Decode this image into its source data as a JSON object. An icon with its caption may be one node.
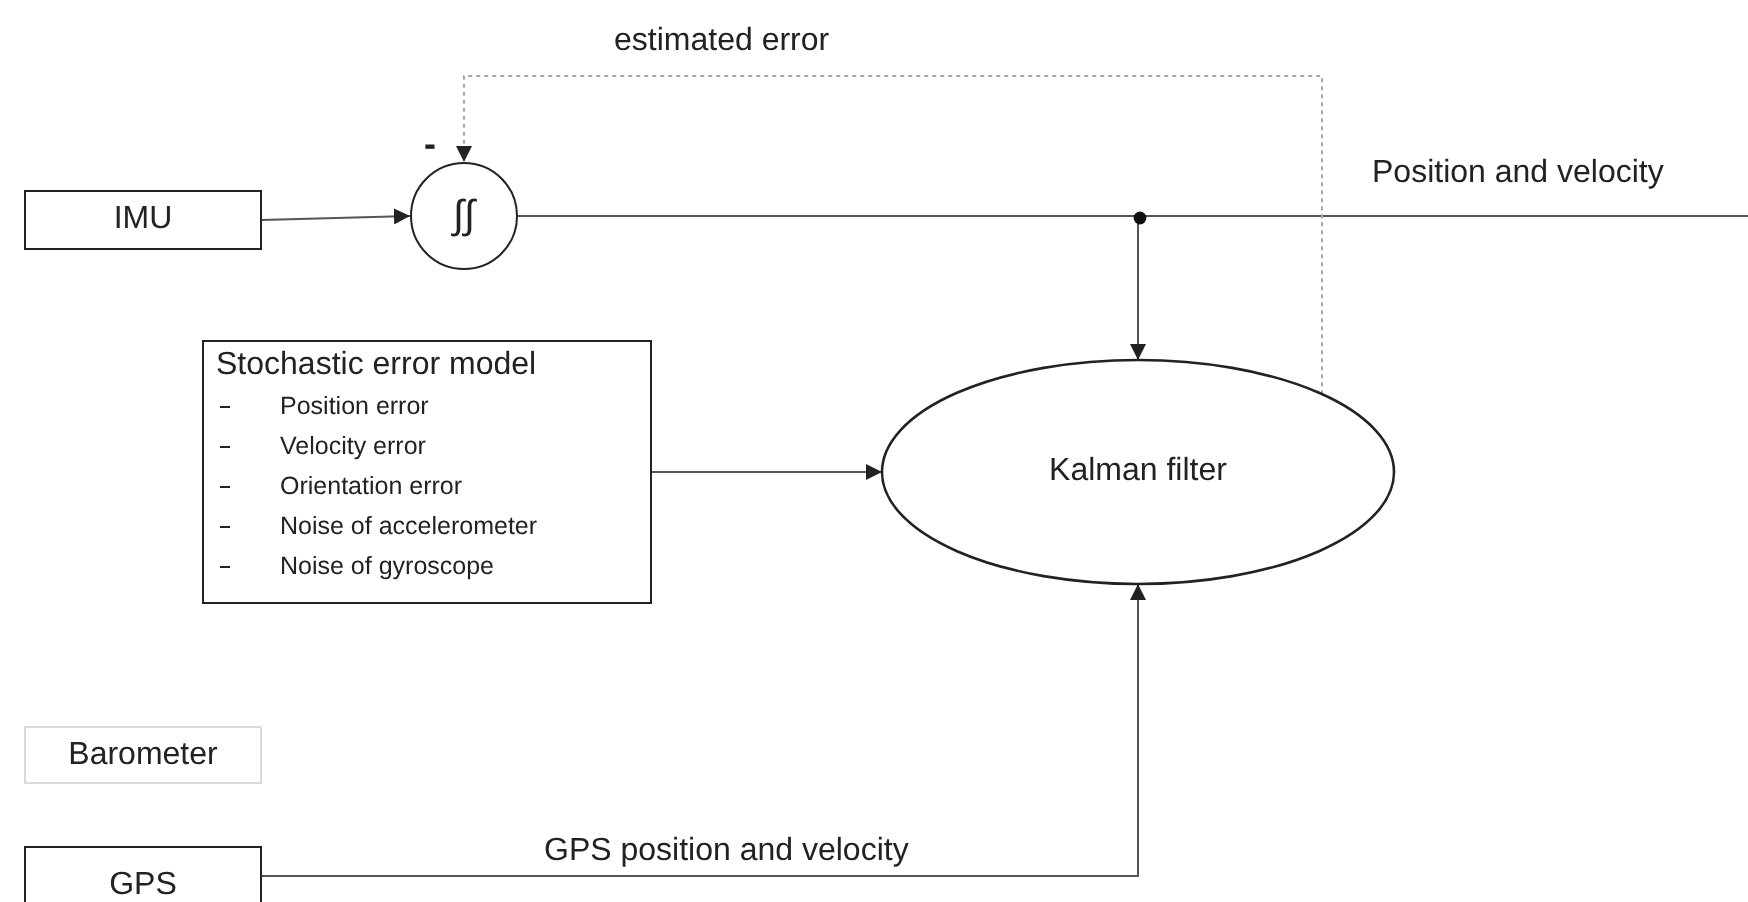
{
  "diagram": {
    "nodes": [
      {
        "text": [
          "IMU"
        ]
      },
      {
        "text": [
          "∫∫"
        ]
      },
      {
        "text": [
          "Stochastic error model",
          "Position error",
          "Velocity error",
          "Orientation error",
          "Noise of accelerometer",
          "Noise of gyroscope"
        ]
      },
      {
        "text": [
          "Kalman filter"
        ]
      },
      {
        "text": [
          "Barometer"
        ]
      },
      {
        "text": [
          "GPS"
        ]
      }
    ],
    "edges": [
      {
        "from": 0,
        "to": 1,
        "arrow": "to"
      },
      {
        "from": 1,
        "to": null,
        "arrow": "none",
        "label": "Position and velocity"
      },
      {
        "from": 1,
        "to": 3,
        "arrow": "to"
      },
      {
        "from": 3,
        "to": 1,
        "arrow": "to",
        "style": "dashed",
        "color": "#a6a6a6",
        "label": "estimated error"
      },
      {
        "from": 2,
        "to": 3,
        "arrow": "to"
      },
      {
        "from": 5,
        "to": 3,
        "arrow": "to",
        "label": "GPS position and velocity"
      }
    ],
    "labels": [
      "-"
    ]
  }
}
